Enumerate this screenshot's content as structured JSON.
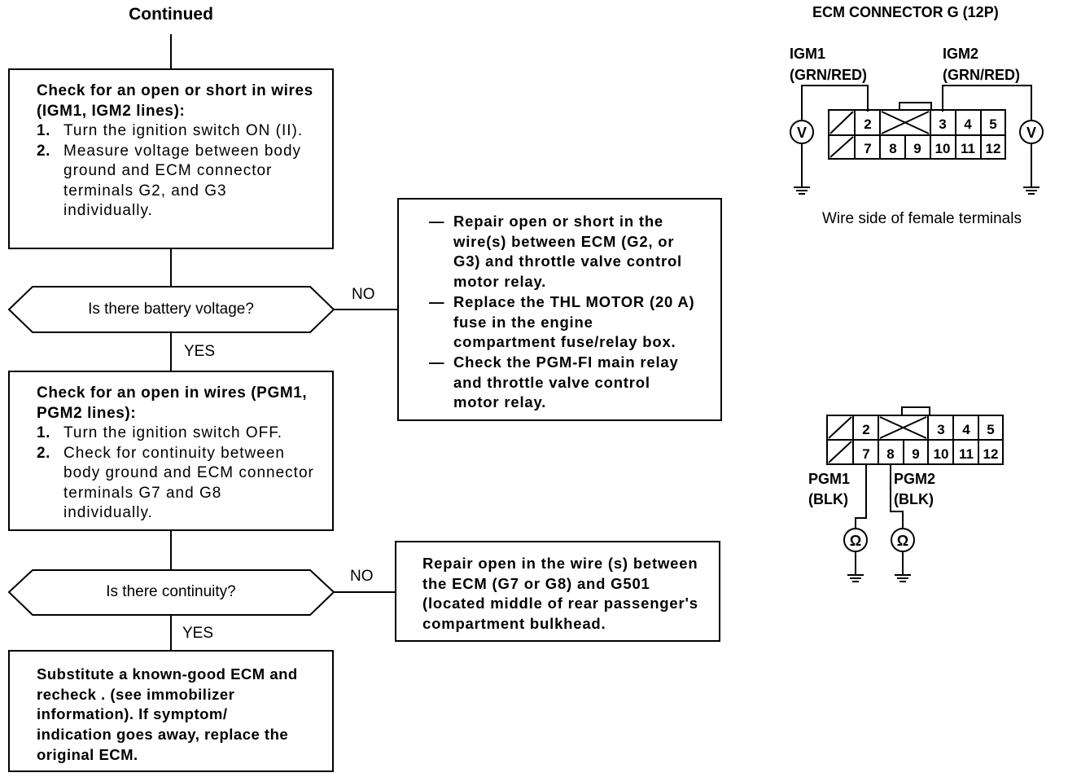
{
  "continued": "Continued",
  "step1": {
    "heading": "Check for an open or short in wires (IGM1, IGM2 lines):",
    "items": [
      {
        "num": "1.",
        "text": "Turn the ignition switch ON (II)."
      },
      {
        "num": "2.",
        "text": "Measure voltage between body ground and ECM connector terminals G2, and G3 individually."
      }
    ]
  },
  "question1": {
    "text": "Is there battery voltage?",
    "no_label": "NO",
    "yes_label": "YES"
  },
  "remedy1": {
    "items": [
      {
        "dash": "—",
        "text": "Repair open or short in the wire(s) between ECM (G2, or G3) and throttle valve control motor relay."
      },
      {
        "dash": "—",
        "text": "Replace the THL MOTOR (20 A) fuse in the engine compartment fuse/relay box."
      },
      {
        "dash": "—",
        "text": "Check the PGM-FI main relay and throttle valve control motor relay."
      }
    ]
  },
  "step2": {
    "heading": "Check for an open in wires (PGM1, PGM2 lines):",
    "items": [
      {
        "num": "1.",
        "text": "Turn the ignition switch OFF."
      },
      {
        "num": "2.",
        "text": "Check for continuity between body ground and ECM connector terminals G7 and G8 individually."
      }
    ]
  },
  "question2": {
    "text": "Is there continuity?",
    "no_label": "NO",
    "yes_label": "YES"
  },
  "remedy2": {
    "text": "Repair open in the wire (s) between the ECM (G7 or G8) and G501 (located middle of rear passenger's compartment bulkhead."
  },
  "step3": {
    "text": "Substitute a known-good ECM and recheck . (see immobilizer information). If symptom/ indication goes away, replace the original ECM."
  },
  "connector": {
    "title": "ECM CONNECTOR G (12P)",
    "caption": "Wire side of female terminals",
    "top_row": [
      "2",
      "3",
      "4",
      "5"
    ],
    "bottom_row": [
      "7",
      "8",
      "9",
      "10",
      "11",
      "12"
    ],
    "igm1_label": "IGM1",
    "igm1_color": "(GRN/RED)",
    "igm2_label": "IGM2",
    "igm2_color": "(GRN/RED)",
    "pgm1_label": "PGM1",
    "pgm1_color": "(BLK)",
    "pgm2_label": "PGM2",
    "pgm2_color": "(BLK)",
    "voltmeter_symbol": "V",
    "ohmmeter_symbol": "Ω"
  }
}
